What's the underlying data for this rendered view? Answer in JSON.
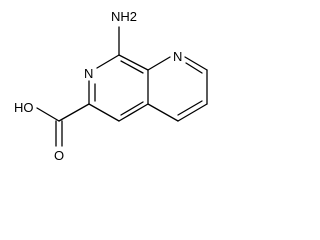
{
  "structure": {
    "atom_labels": {
      "amine": "NH2",
      "ring_n_left": "N",
      "ring_n_right": "N",
      "hydroxyl": "HO",
      "carbonyl_o": "O"
    }
  }
}
